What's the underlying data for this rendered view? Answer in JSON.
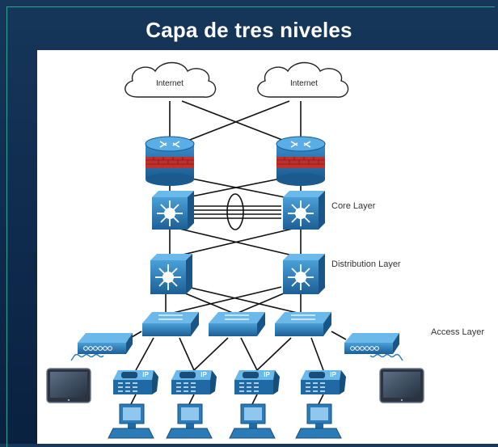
{
  "title": "Capa de tres niveles",
  "diagram": {
    "clouds": [
      {
        "label": "Internet"
      },
      {
        "label": "Internet"
      }
    ],
    "layers": {
      "core": "Core Layer",
      "distribution": "Distribution Layer",
      "access": "Access Layer"
    },
    "phone_label": "IP",
    "colors": {
      "device_blue": "#2a7bb8",
      "firewall_red": "#c0302c",
      "link": "#111111",
      "accent_frame": "#2aa597"
    }
  }
}
